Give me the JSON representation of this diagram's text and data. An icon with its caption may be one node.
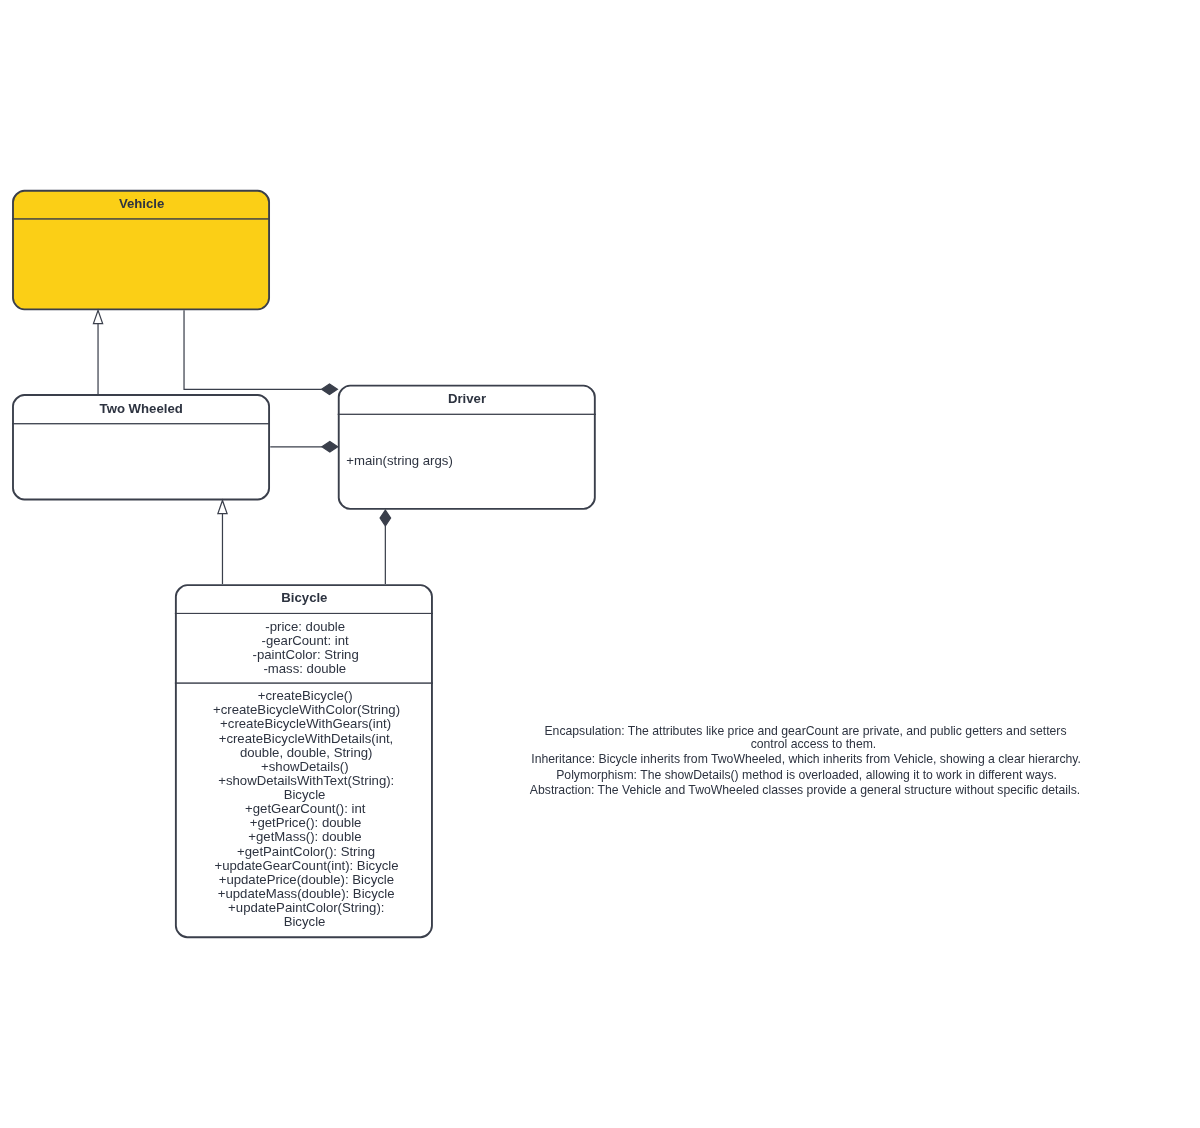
{
  "diagram": {
    "nodes": [
      {
        "text": [
          "Vehicle"
        ]
      },
      {
        "text": [
          "Two Wheeled"
        ]
      },
      {
        "text": [
          "Driver",
          "+main(string args)"
        ]
      },
      {
        "text": [
          "Bicycle",
          "-price: double",
          "-gearCount: int",
          "-paintColor: String",
          "-mass: double",
          "+createBicycle()",
          "+createBicycleWithColor(String)",
          "+createBicycleWithGears(int)",
          "+createBicycleWithDetails(int, double, double, String)",
          "+showDetails()",
          "+showDetailsWithText(String): Bicycle",
          "+getGearCount(): int",
          "+getPrice(): double",
          "+getMass(): double",
          "+getPaintColor(): String",
          "+updateGearCount(int): Bicycle",
          "+updatePrice(double): Bicycle",
          "+updateMass(double): Bicycle",
          "+updatePaintColor(String): Bicycle"
        ]
      }
    ],
    "edges": [
      {
        "from": 1,
        "to": 0,
        "arrow": "to"
      },
      {
        "from": 0,
        "to": 2,
        "arrow": "other"
      },
      {
        "from": 1,
        "to": 2,
        "arrow": "other"
      },
      {
        "from": 3,
        "to": 1,
        "arrow": "to"
      },
      {
        "from": 3,
        "to": 2,
        "arrow": "other"
      }
    ],
    "labels": [
      "Encapsulation: The attributes like price and gearCount are private, and public getters and setters control access to them.",
      "Inheritance: Bicycle inherits from TwoWheeled, which inherits from Vehicle, showing a clear hierarchy.",
      "Polymorphism: The showDetails() method is overloaded, allowing it to work in different ways.",
      "Abstraction: The Vehicle and TwoWheeled classes provide a general structure without specific details."
    ]
  }
}
